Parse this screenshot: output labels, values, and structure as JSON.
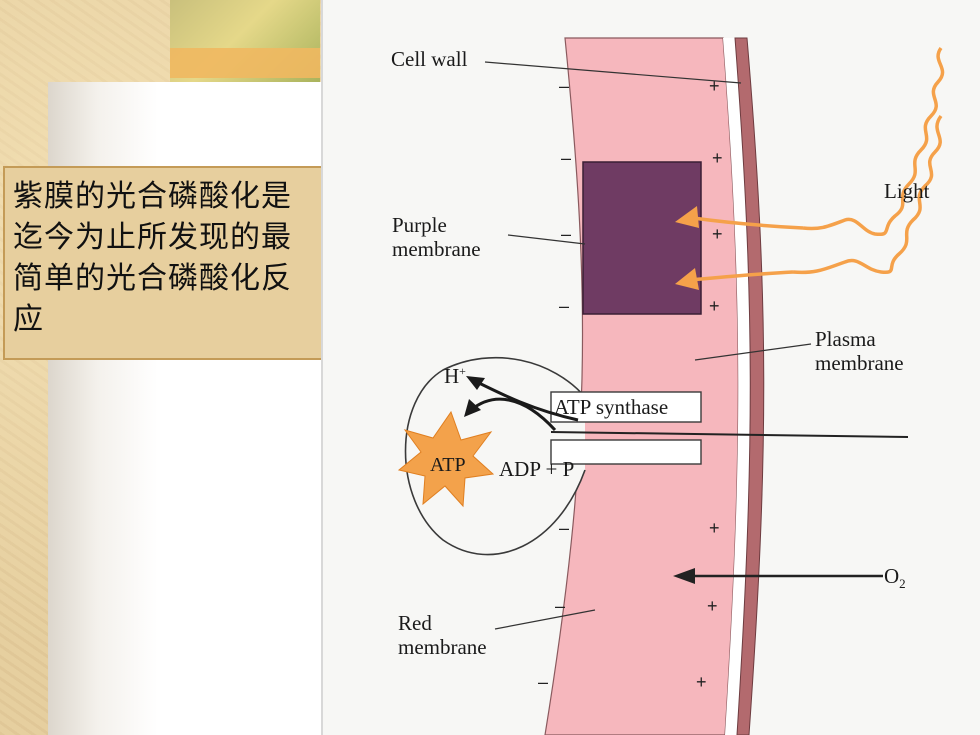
{
  "caption": {
    "text": "紫膜的光合磷酸化是迄今为止所发现的最简单的光合磷酸化反应"
  },
  "diagram": {
    "labels": {
      "cell_wall": "Cell wall",
      "light": "Light",
      "purple_membrane_1": "Purple",
      "purple_membrane_2": "membrane",
      "plasma_membrane_1": "Plasma",
      "plasma_membrane_2": "membrane",
      "h_plus": "H",
      "h_plus_sup": "+",
      "atp_synthase": "ATP synthase",
      "atp": "ATP",
      "adp_p": "ADP + P",
      "o2": "O",
      "o2_sub": "2",
      "red_membrane_1": "Red",
      "red_membrane_2": "membrane"
    },
    "minus_sign": "–",
    "plus_sign": "+",
    "colors": {
      "membrane_pink": "#f6b7bd",
      "purple_patch": "#6f3b63",
      "cell_wall": "#b36a6e",
      "light_wave": "#f5a14a",
      "atp_burst": "#f3a24b"
    }
  }
}
